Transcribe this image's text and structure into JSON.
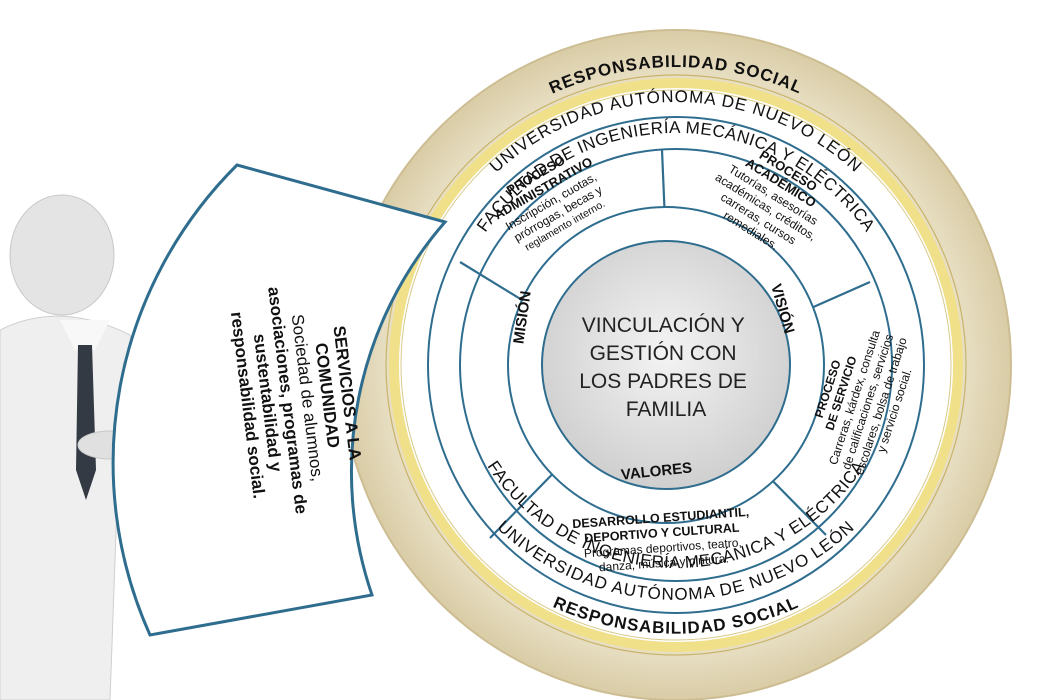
{
  "rings": {
    "outer": "RESPONSABILIDAD SOCIAL",
    "university": "UNIVERSIDAD AUTÓNOMA DE NUEVO LEÓN",
    "faculty": "FACULTAD DE INGENIERÍA MECÁNICA Y ELÉCTRICA"
  },
  "center": {
    "lines": [
      "VINCULACIÓN Y",
      "GESTIÓN CON",
      "LOS PADRES DE",
      "FAMILIA"
    ]
  },
  "inner_ring": {
    "mision": "MISIÓN",
    "vision": "VISIÓN",
    "valores": "VALORES"
  },
  "segments": {
    "administrativo": {
      "title": [
        "PROCESO",
        "ADMINISTRATIVO"
      ],
      "body": [
        "Inscripción, cuotas,",
        "prórrogas, becas y",
        "reglamento interno."
      ]
    },
    "academico": {
      "title": [
        "PROCESO",
        "ACADÉMICO"
      ],
      "body": [
        "Tutorías, asesorías",
        "académicas, créditos,",
        "carreras, cursos",
        "remediales."
      ]
    },
    "servicio": {
      "title": [
        "PROCESO",
        "DE SERVICIO"
      ],
      "body": [
        "Carreras, kárdex, consulta",
        "de calificaciones, servicios",
        "escolares, bolsa de trabajo",
        "y servicio social."
      ]
    },
    "desarrollo": {
      "title": [
        "DESARROLLO ESTUDIANTIL,",
        "DEPORTIVO Y CULTURAL"
      ],
      "body": [
        "Programas deportivos, teatro,",
        "danza, música y pintura."
      ]
    }
  },
  "callout": {
    "title": [
      "SERVICIOS A LA",
      "COMUNIDAD"
    ],
    "body": [
      "Sociedad de alumnos,",
      "asociaciones, programas de",
      "sustentabilidad y",
      "responsabilidad social."
    ]
  },
  "colors": {
    "outer_ring": "#e8dfc6",
    "yellow_ring": "#f5ea9a",
    "segment_line": "#2f6d8f",
    "center_fill": "#dcdcdc"
  }
}
